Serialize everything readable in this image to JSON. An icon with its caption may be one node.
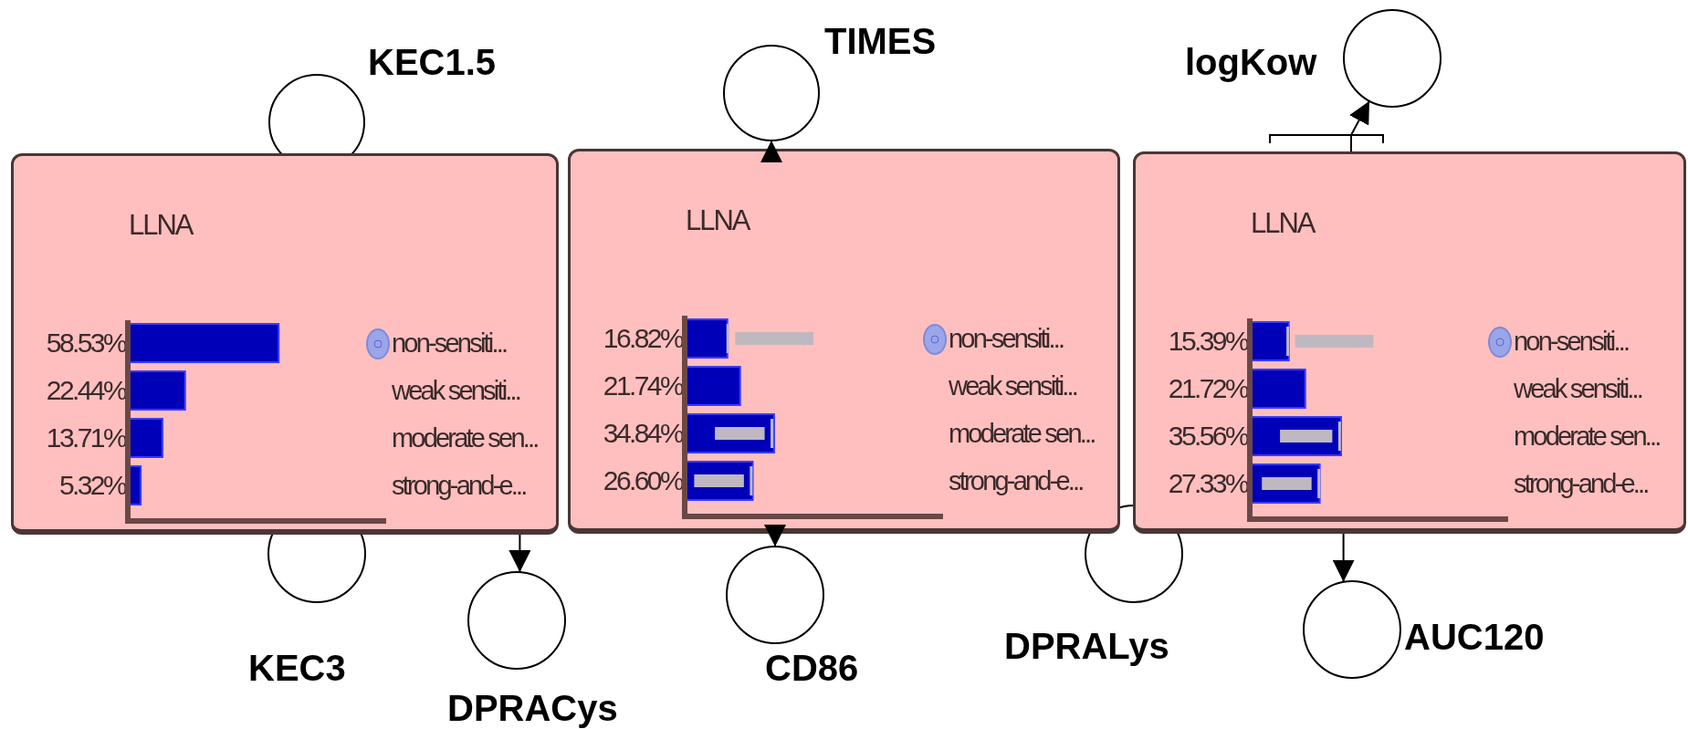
{
  "diagram": {
    "nodes": [
      {
        "text": [
          "KEC1.5"
        ]
      },
      {
        "text": [
          "LLNA"
        ]
      },
      {
        "text": [
          "TIMES"
        ]
      },
      {
        "text": [
          "LLNA"
        ]
      },
      {
        "text": [
          "logKow"
        ]
      },
      {
        "text": [
          "LLNA"
        ]
      },
      {
        "text": [
          "KEC3"
        ]
      },
      {
        "text": [
          "DPRACys"
        ]
      },
      {
        "text": [
          "CD86"
        ]
      },
      {
        "text": [
          "DPRALys"
        ]
      },
      {
        "text": [
          "AUC120"
        ]
      }
    ],
    "edges": [
      {
        "from": 1,
        "to": 7,
        "arrow": "to"
      },
      {
        "from": 3,
        "to": 2,
        "arrow": "to"
      },
      {
        "from": 3,
        "to": 8,
        "arrow": "to"
      },
      {
        "from": 5,
        "to": 4,
        "arrow": "to"
      },
      {
        "from": 5,
        "to": 10,
        "arrow": "to"
      }
    ],
    "chart_data": [
      {
        "type": "bar",
        "orientation": "horizontal",
        "categories": [
          "non-sensiti...",
          "weak sensiti...",
          "moderate sen...",
          "strong-and-e..."
        ],
        "values": [
          58.53,
          22.44,
          13.71,
          5.32
        ],
        "value_labels": [
          "58.53%",
          "22.44%",
          "13.71%",
          "5.32%"
        ]
      },
      {
        "type": "bar",
        "orientation": "horizontal",
        "categories": [
          "non-sensiti...",
          "weak sensiti...",
          "moderate sen...",
          "strong-and-e..."
        ],
        "values": [
          16.82,
          21.74,
          34.84,
          26.6
        ],
        "value_labels": [
          "16.82%",
          "21.74%",
          "34.84%",
          "26.60%"
        ]
      },
      {
        "type": "bar",
        "orientation": "horizontal",
        "categories": [
          "non-sensiti...",
          "weak sensiti...",
          "moderate sen...",
          "strong-and-e..."
        ],
        "values": [
          15.39,
          21.72,
          35.56,
          27.33
        ],
        "value_labels": [
          "15.39%",
          "21.72%",
          "35.56%",
          "27.33%"
        ]
      }
    ]
  }
}
